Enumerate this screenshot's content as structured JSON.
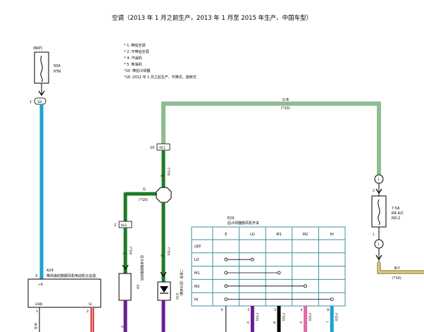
{
  "title": "空调（2013 年 1 月之前生产，2013 年 1 月至 2015 年生产、中国车型）",
  "notes": [
    "* 1 :带后空调",
    "* 2 :不带后空调",
    "* 4 :汽油机",
    "* 5 :柴油机",
    "*10 :带后冷却器",
    "*19 :2012 年 1 月之后生产、升降式、旋转式"
  ],
  "fuse_bat": {
    "top_label": "(BAT)",
    "rating": "50A",
    "name": "HTR",
    "pin_num": "1",
    "pin_id": "1B"
  },
  "wire_top": {
    "color": "G-B",
    "note": "(*10)"
  },
  "conn_ae1": {
    "num": "10",
    "id": "AE1"
  },
  "conn_ae1_wire": {
    "num": "6",
    "note": "(*10)"
  },
  "junction_wire": {
    "color": "G",
    "note": "(*10)"
  },
  "conn_ke1": {
    "num": "2",
    "id": "Ke1"
  },
  "wire_ke1_down": {
    "num": "5",
    "note": "(*10)"
  },
  "wire_k32_up": {
    "num": "6",
    "note": "(*10)"
  },
  "comp_a29": {
    "num": "3",
    "code": "A29",
    "name": "带风扇的鼓额风机电动机分总成",
    "pin_plus": "+B",
    "pin_gnd": "GND",
    "pin_si": "SI",
    "gnd_num": "1",
    "si_num": "2"
  },
  "comp_k9": {
    "code": "K9",
    "name": "后冷却器鼓额风机"
  },
  "comp_k33": {
    "code": "K33",
    "name": "二极管（后冷却器）"
  },
  "fuse_right": {
    "pin_top": "1",
    "rating": "7.5A",
    "name1": "RR A/C",
    "name2": "NO.2",
    "pin_bot": "1"
  },
  "wire_right": {
    "color": "B-Y",
    "note": "(*10)"
  },
  "switch_table": {
    "code": "E29",
    "name": "后冷却器鼓风机开关",
    "cols": [
      "E",
      "LO",
      "M1",
      "M2",
      "HI"
    ],
    "rows": [
      "OFF",
      "LO",
      "M1",
      "M2",
      "HI"
    ],
    "pins": [
      "6",
      "5",
      "3",
      "4",
      "8"
    ],
    "pin_colors": [
      "",
      "V",
      "B",
      "P",
      "L"
    ],
    "pin_notes": [
      "",
      "(*10)",
      "(*10)",
      "(*10)",
      "(*10)"
    ]
  },
  "bottom_wire_labels": {
    "a29_gnd": "W-B",
    "k9": "V"
  },
  "colors": {
    "cyan": "#1aa3cf",
    "green": "#1e7a24",
    "purple": "#6a1e8e",
    "red": "#d42828",
    "pink": "#e06aa8",
    "yellow": "#e6cf7a",
    "grid": "#3f8fa3"
  }
}
